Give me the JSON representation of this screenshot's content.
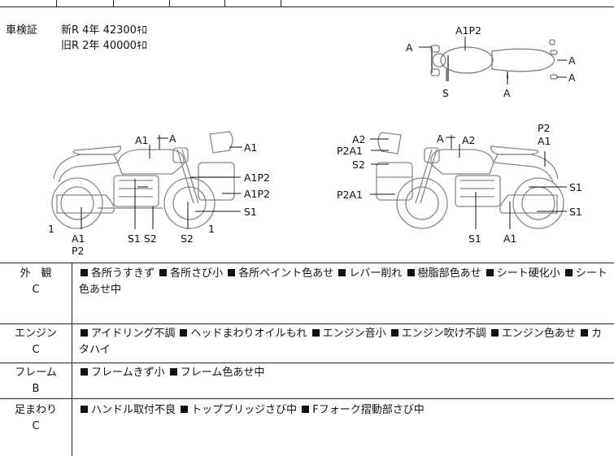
{
  "shaken": {
    "label": "車検証",
    "new_line": "新R  4年  42300ｷﾛ",
    "old_line": "旧R  2年  40000ｷﾛ"
  },
  "diagram_labels": {
    "top_view": {
      "a1p2": "A1P2",
      "a_left": "A",
      "s": "S",
      "a_bottom": "A",
      "a_right1": "A",
      "a_right2": "A"
    },
    "left_view": {
      "a1": "A1",
      "a_top": "A",
      "a1_right": "A1",
      "a1p2_1": "A1P2",
      "a1p2_2": "A1P2",
      "s1_right": "S1",
      "num_1_left": "1",
      "a1_bottom": "A1",
      "p2_bottom": "P2",
      "s1s2": "S1 S2",
      "s2": "S2",
      "num_1_mid": "1"
    },
    "right_view": {
      "a2_1": "A2",
      "p2a1_1": "P2A1",
      "s2": "S2",
      "a_top": "A",
      "a2_2": "A2",
      "p2": "P2",
      "a1": "A1",
      "p2a1_2": "P2A1",
      "s1_1": "S1",
      "s1_2": "S1",
      "s1_bottom": "S1",
      "a1_bottom": "A1"
    }
  },
  "report": [
    {
      "category": "外　観",
      "grade": "C",
      "items": [
        "各所うすきず",
        "各所さび小",
        "各所ペイント色あせ",
        "レバー削れ",
        "樹脂部色あせ",
        "シート硬化小",
        "シート色あせ中"
      ]
    },
    {
      "category": "エンジン",
      "grade": "C",
      "items": [
        "アイドリング不調",
        "ヘッドまわりオイルもれ",
        "エンジン音小",
        "エンジン吹け不調",
        "エンジン色あせ",
        "カタハイ"
      ]
    },
    {
      "category": "フレーム",
      "grade": "B",
      "items": [
        "フレームきず小",
        "フレーム色あせ中"
      ]
    },
    {
      "category": "足まわり",
      "grade": "C",
      "items": [
        "ハンドル取付不良",
        "トップブリッジさび中",
        "Fフォーク摺動部さび中"
      ]
    }
  ]
}
